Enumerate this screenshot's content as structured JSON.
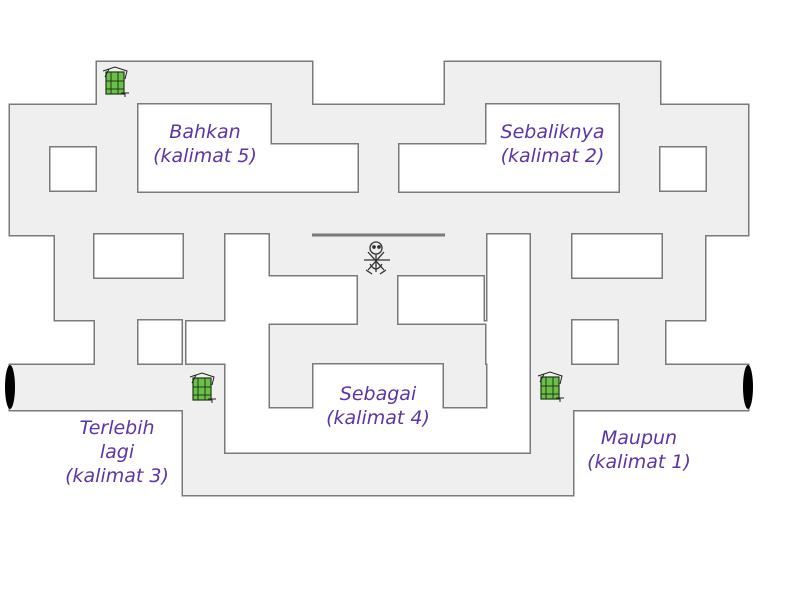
{
  "maze": {
    "labels": [
      {
        "text": "Bahkan",
        "sub": "(kalimat 5)"
      },
      {
        "text": "Sebaliknya",
        "sub": "(kalimat 2)"
      },
      {
        "text": "Sebagai",
        "sub": "(kalimat 4)"
      },
      {
        "text": "Terlebih",
        "sub2": "lagi",
        "sub": "(kalimat 3)"
      },
      {
        "text": "Maupun",
        "sub": "(kalimat 1)"
      }
    ],
    "colors": {
      "corridor": "#efefef",
      "wall": "#7a7a7a",
      "label": "#5b34a8",
      "ghost": "#6cc04a",
      "player": "#333333",
      "exit": "#000000"
    },
    "icons": [
      "player-icon",
      "ghost-icon",
      "exit-portal-icon"
    ]
  }
}
